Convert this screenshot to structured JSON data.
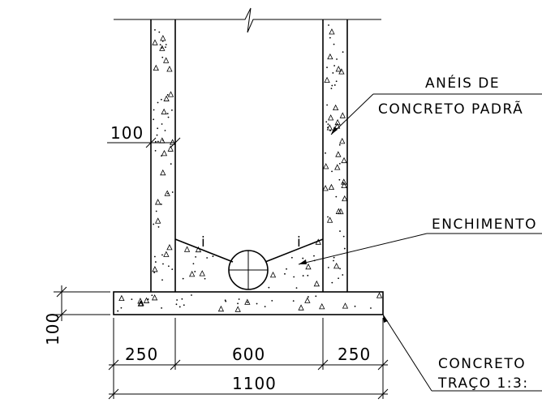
{
  "labels": {
    "rings_line1": "ANÉIS DE",
    "rings_line2": "CONCRETO PADRÃ",
    "fill": "ENCHIMENTO",
    "base_line1": "CONCRETO",
    "base_line2": "TRAÇO 1:3:"
  },
  "dimensions": {
    "wall_thickness": "100",
    "slab_thickness": "100",
    "left_span": "250",
    "middle_span": "600",
    "right_span": "250",
    "total_span": "1100"
  },
  "marks": {
    "slope_left": "i",
    "slope_right": "i"
  }
}
